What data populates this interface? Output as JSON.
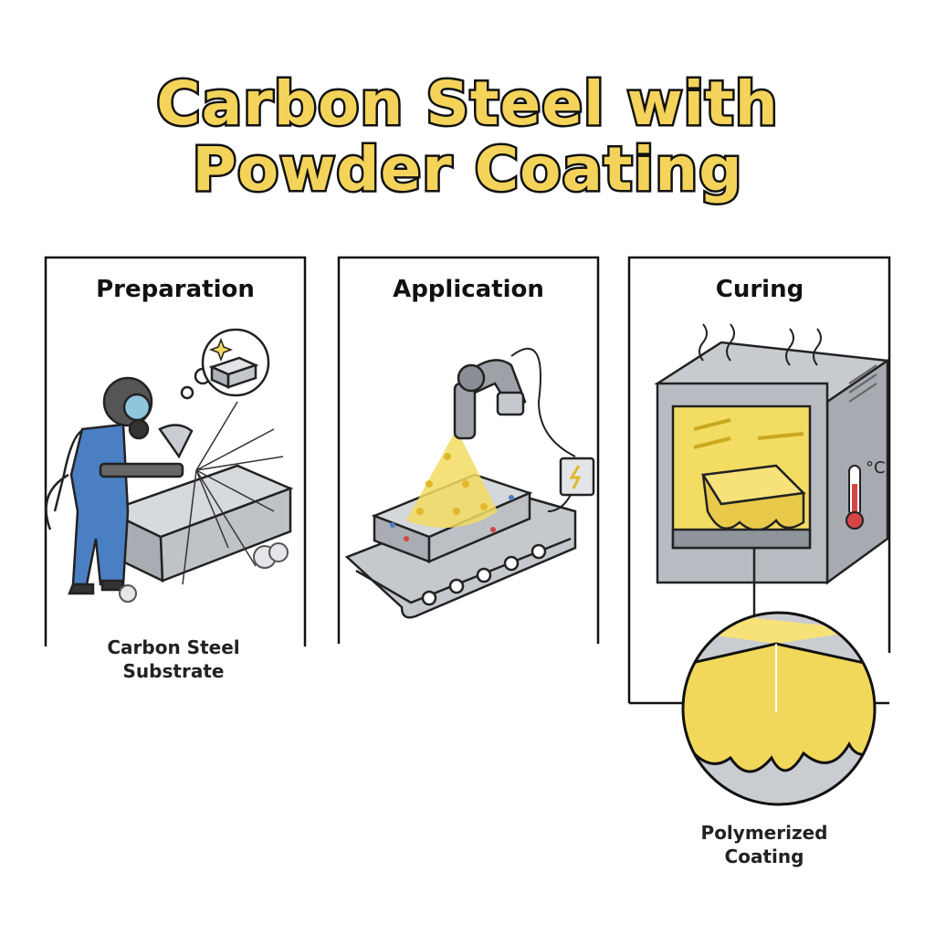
{
  "title": {
    "line1": "Carbon Steel with",
    "line2": "Powder Coating"
  },
  "panels": [
    {
      "title": "Preparation",
      "caption_line1": "Carbon Steel",
      "caption_line2": "Substrate"
    },
    {
      "title": "Application"
    },
    {
      "title": "Curing",
      "thermometer_unit": "°C",
      "caption_line1": "Polymerized",
      "caption_line2": "Coating"
    }
  ],
  "colors": {
    "title_fill": "#f3d35a",
    "coating": "#f3dc62",
    "steel": "#b8bcc2",
    "suit": "#4a7fc4"
  }
}
